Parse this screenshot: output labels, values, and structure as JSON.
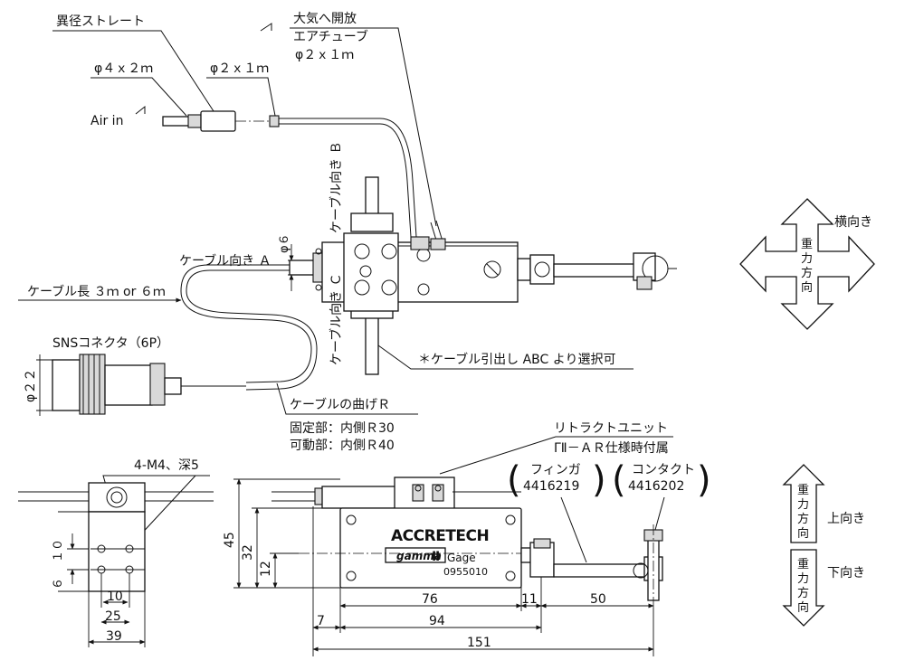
{
  "labels": {
    "reducing_straight": "異径ストレート",
    "open_air": "大気へ開放",
    "air_tube": "エアチューブ",
    "air_tube_size": "φ２ｘ１ｍ",
    "tube_4x2": "φ４ｘ２ｍ",
    "tube_2x1": "φ２ｘ１ｍ",
    "air_in": "Air in",
    "cable_dir_b": "ケーブル向き Ｂ",
    "cable_dir_a": "ケーブル向き Ａ",
    "cable_dir_c": "ケーブル向き Ｃ",
    "phi6": "φ６",
    "cable_length": "ケーブル長 ３ｍ or ６ｍ",
    "sns_connector": "SNSコネクタ（6P）",
    "phi22": "φ２２",
    "cable_select_note": "＊ケーブル引出し ABC より選択可",
    "cable_bend": "ケーブルの曲げＲ",
    "fixed_part": "固定部：内側Ｒ30",
    "movable_part": "可動部：内側Ｒ40",
    "retract_unit": "リトラクトユニット",
    "gamma_ar": "ΓⅡ－ＡＲ仕様時付属",
    "finger": "フィンガ",
    "finger_code": "4416219",
    "contact": "コンタクト",
    "contact_code": "4416202",
    "m4_depth": "4-M4、深5",
    "brand": "ACCRETECH",
    "gamma": "gamma",
    "gamma_roman": "Ⅱ",
    "gage": "Gage",
    "serial": "0955010",
    "horizontal": "横向き",
    "gravity_1": "重",
    "gravity_2": "力",
    "gravity_3": "方",
    "gravity_4": "向",
    "upward": "上向き",
    "downward": "下向き"
  },
  "dimensions": {
    "d6": "６",
    "d10a": "１０",
    "d10b": "10",
    "d25": "25",
    "d39": "39",
    "d45": "45",
    "d32": "32",
    "d12": "12",
    "d76": "76",
    "d11": "11",
    "d50": "50",
    "d7": "7",
    "d94": "94",
    "d151": "151"
  }
}
